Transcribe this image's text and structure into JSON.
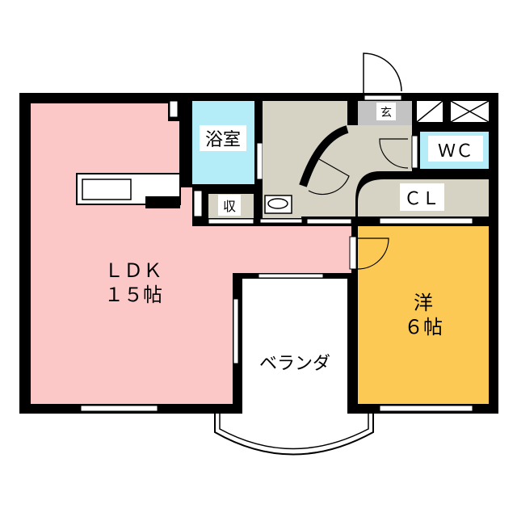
{
  "rooms": {
    "ldk": {
      "line1": "ＬＤＫ",
      "line2": "１５帖",
      "color": "#fcc7c7"
    },
    "bath": {
      "label": "浴室",
      "color": "#b4ecf8"
    },
    "storage": {
      "label": "収"
    },
    "entrance": {
      "label": "玄",
      "color": "#c3c3c3"
    },
    "wc": {
      "label": "ＷＣ",
      "color": "#b4ecf8"
    },
    "closet": {
      "label": "ＣＬ"
    },
    "western": {
      "line1": "洋",
      "line2": "６帖",
      "color": "#fdc955"
    },
    "balcony": {
      "label": "ベランダ"
    }
  },
  "colors": {
    "hall": "#d6d3c5",
    "wall": "#000000"
  }
}
